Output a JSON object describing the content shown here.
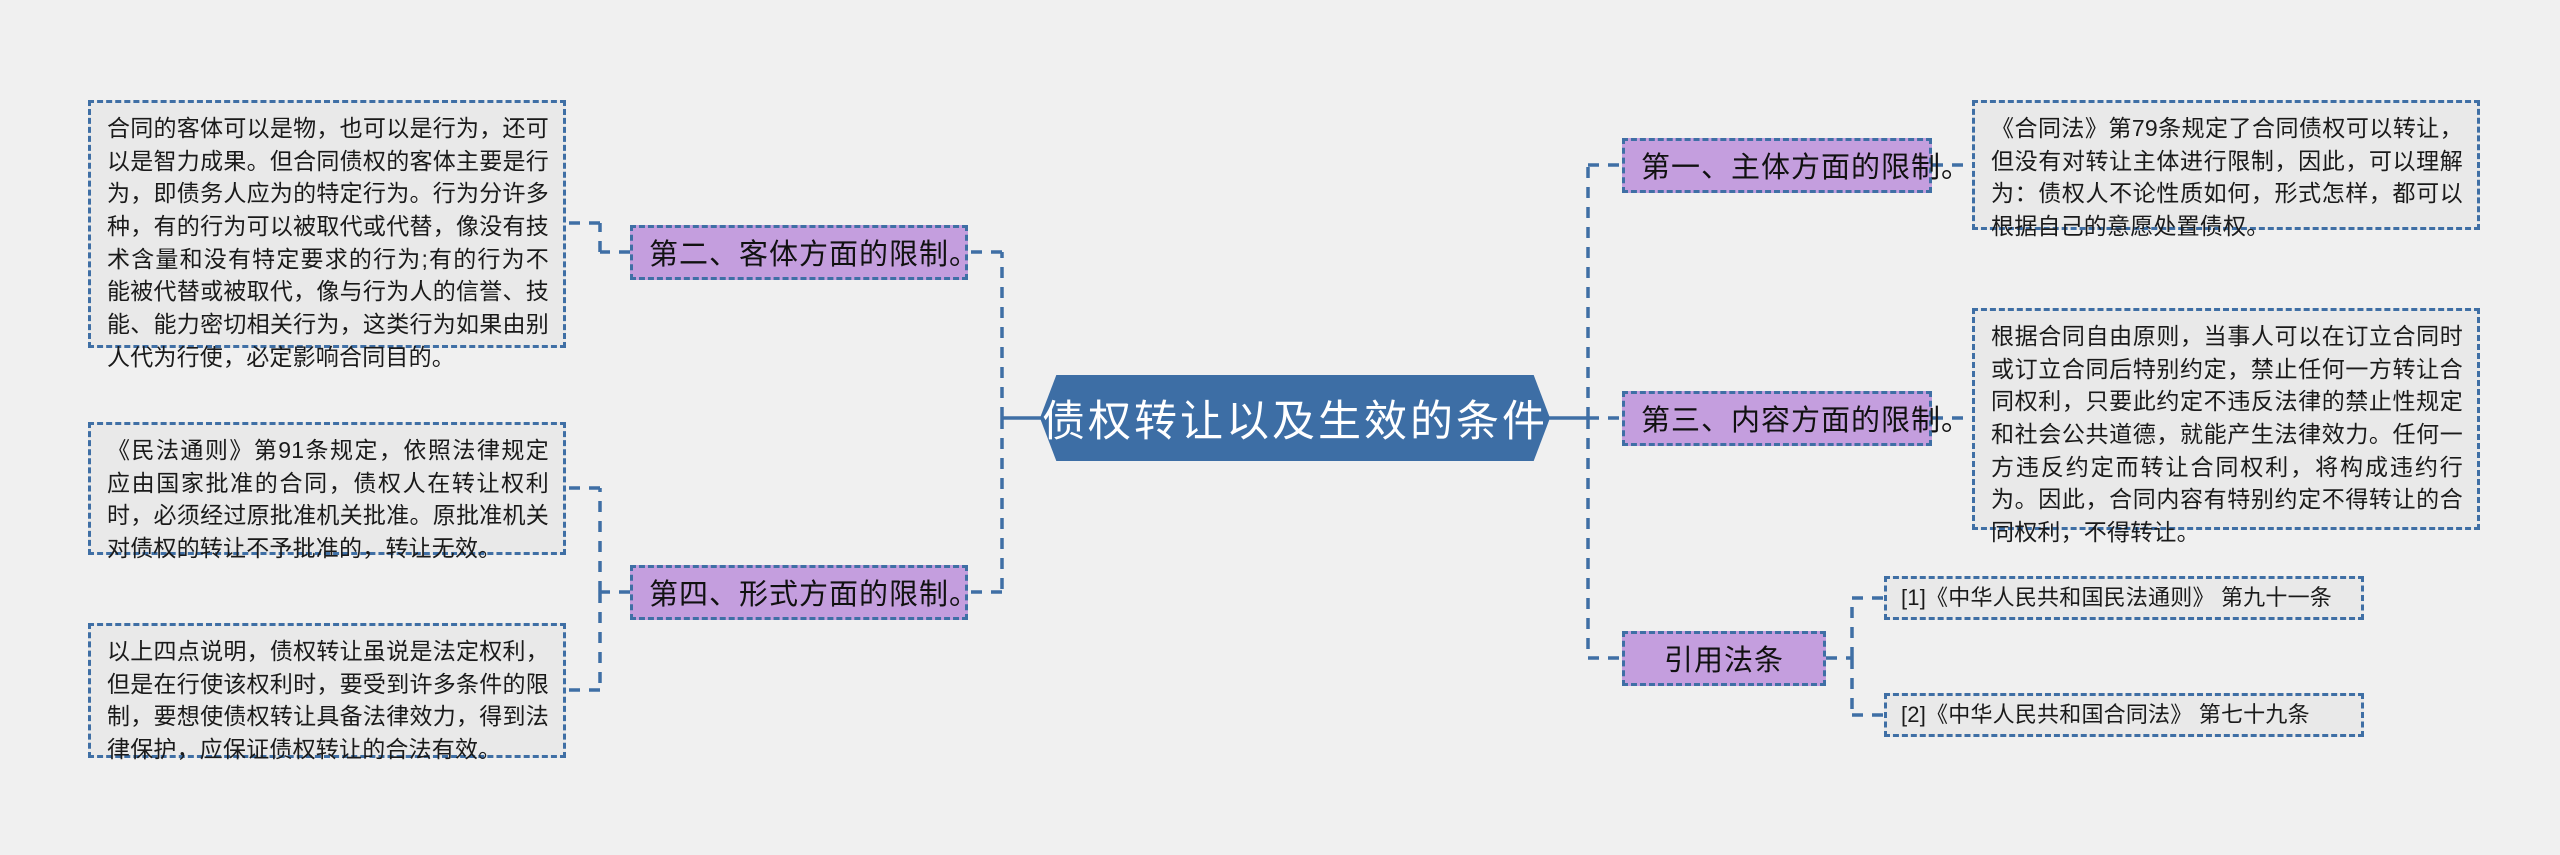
{
  "center": {
    "label": "债权转让以及生效的条件",
    "color": "#3d6ea5",
    "text_color": "#ffffff"
  },
  "theme": {
    "background": "#f0f0f0",
    "branch_fill": "#c49ede",
    "leaf_fill": "#e9e9e9",
    "border_color": "#3f6fa5"
  },
  "branches": {
    "left": [
      {
        "label": "第二、客体方面的限制。",
        "children": [
          {
            "text": "合同的客体可以是物，也可以是行为，还可以是智力成果。但合同债权的客体主要是行为，即债务人应为的特定行为。行为分许多种，有的行为可以被取代或代替，像没有技术含量和没有特定要求的行为;有的行为不能被代替或被取代，像与行为人的信誉、技能、能力密切相关行为，这类行为如果由别人代为行使，必定影响合同目的。"
          }
        ]
      },
      {
        "label": "第四、形式方面的限制。",
        "children": [
          {
            "text": "《民法通则》第91条规定，依照法律规定应由国家批准的合同，债权人在转让权利时，必须经过原批准机关批准。原批准机关对债权的转让不予批准的，转让无效。"
          },
          {
            "text": "以上四点说明，债权转让虽说是法定权利，但是在行使该权利时，要受到许多条件的限制，要想使债权转让具备法律效力，得到法律保护，应保证债权转让的合法有效。"
          }
        ]
      }
    ],
    "right": [
      {
        "label": "第一、主体方面的限制。",
        "children": [
          {
            "text": "《合同法》第79条规定了合同债权可以转让，但没有对转让主体进行限制，因此，可以理解为：债权人不论性质如何，形式怎样，都可以根据自己的意愿处置债权。"
          }
        ]
      },
      {
        "label": "第三、内容方面的限制。",
        "children": [
          {
            "text": "根据合同自由原则，当事人可以在订立合同时或订立合同后特别约定，禁止任何一方转让合同权利，只要此约定不违反法律的禁止性规定和社会公共道德，就能产生法律效力。任何一方违反约定而转让合同权利，将构成违约行为。因此，合同内容有特别约定不得转让的合同权利，不得转让。"
          }
        ]
      },
      {
        "label": "引用法条",
        "children": [
          {
            "text": "[1]《中华人民共和国民法通则》 第九十一条"
          },
          {
            "text": "[2]《中华人民共和国合同法》 第七十九条"
          }
        ]
      }
    ]
  }
}
